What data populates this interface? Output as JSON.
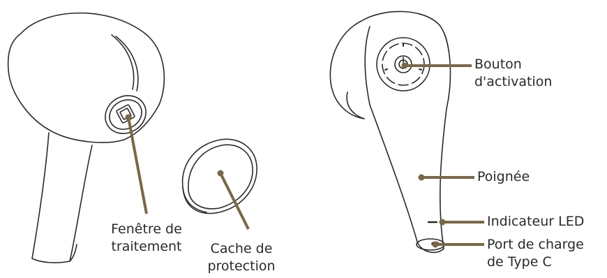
{
  "colors": {
    "leader": "#7a6845",
    "outline": "#2a2a2a",
    "background": "#ffffff"
  },
  "labels": {
    "processing_window": [
      "Fenêtre de",
      "traitement"
    ],
    "protective_cover": [
      "Cache de",
      "protection"
    ],
    "activation_button": [
      "Bouton",
      "d'activation"
    ],
    "handle": "Poignée",
    "led_indicator": "Indicateur LED",
    "charging_port": [
      "Port de charge",
      "de Type C"
    ]
  }
}
